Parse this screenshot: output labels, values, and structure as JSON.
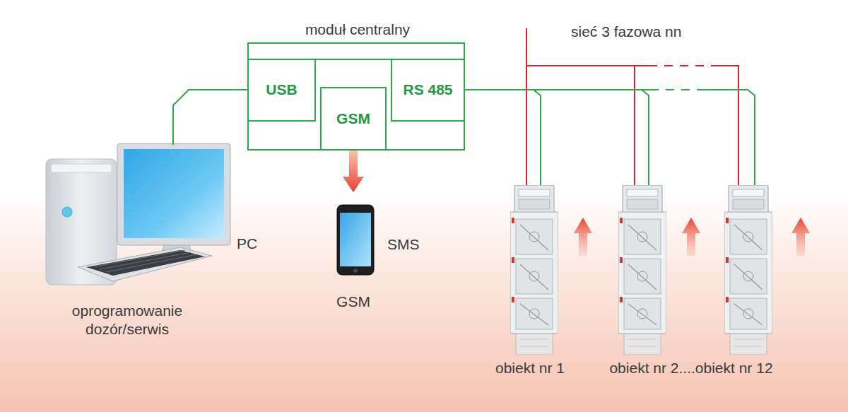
{
  "diagram": {
    "nodes": [
      {
        "text": [
          "moduł centralny"
        ]
      },
      {
        "text": [
          "USB"
        ],
        "in": 0
      },
      {
        "text": [
          "GSM"
        ],
        "in": 0
      },
      {
        "text": [
          "RS 485"
        ],
        "in": 0
      },
      {
        "text": [
          "PC",
          "oprogramowanie dozór/serwis"
        ]
      },
      {
        "text": [
          "SMS",
          "GSM"
        ]
      },
      {
        "text": [
          "obiekt nr 1"
        ]
      },
      {
        "text": [
          "obiekt nr 2....obiekt nr 12"
        ]
      }
    ],
    "edges": [
      {
        "from": 4,
        "to": 1,
        "arrow": "none"
      },
      {
        "from": 2,
        "to": 5,
        "arrow": "to"
      },
      {
        "from": 3,
        "to": 6,
        "arrow": "none"
      },
      {
        "from": 3,
        "to": 7,
        "arrow": "none"
      }
    ],
    "labels": [
      "sieć 3 fazowa nn"
    ]
  }
}
